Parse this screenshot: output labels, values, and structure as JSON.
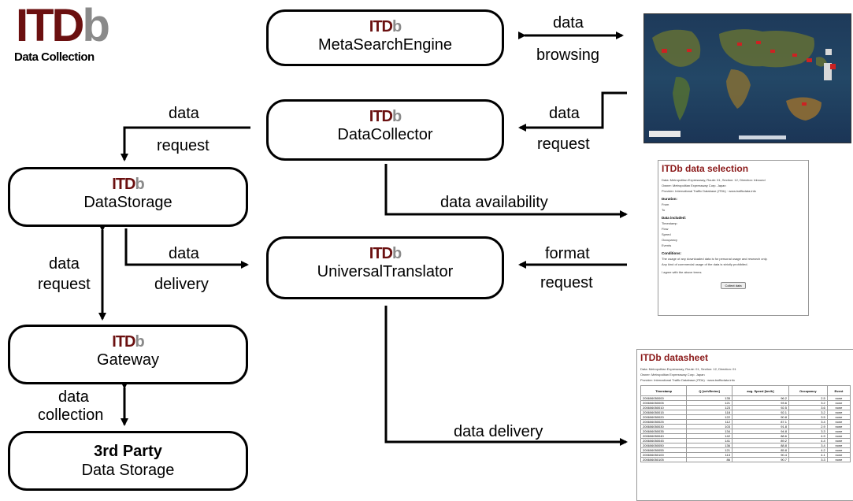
{
  "logo": {
    "it": "ITD",
    "b": "b",
    "subtitle": "Data Collection"
  },
  "brand": {
    "it": "ITD",
    "b": "b"
  },
  "boxes": {
    "metasearch": "MetaSearchEngine",
    "collector": "DataCollector",
    "storage": "DataStorage",
    "translator": "UniversalTranslator",
    "gateway": "Gateway",
    "thirdparty_1": "3rd Party",
    "thirdparty_2": "Data Storage"
  },
  "labels": {
    "data_browsing_1": "data",
    "data_browsing_2": "browsing",
    "data_request_top_1": "data",
    "data_request_top_2": "request",
    "collector_request_1": "data",
    "collector_request_2": "request",
    "data_availability": "data availability",
    "storage_delivery_1": "data",
    "storage_delivery_2": "delivery",
    "format_request_1": "format",
    "format_request_2": "request",
    "storage_gateway_1": "data",
    "storage_gateway_2": "request",
    "gateway_collection_1": "data",
    "gateway_collection_2": "collection",
    "data_delivery": "data delivery"
  },
  "colors": {
    "brand_red": "#6b1010",
    "brand_grey": "#8a8a8a",
    "panel_title": "#8b1a1a"
  },
  "selection_panel": {
    "title": "ITDb data selection",
    "lines": [
      "Data: Metropolitan Expressway, Route: 01, Section: 12, Direction: Inbound",
      "Owner: Metropolitan Expressway Corp. Japan",
      "Provider: International Traffic Database (ITDb) · www.trafficdata.info"
    ],
    "duration_head": "Duration:",
    "from": "From",
    "to": "To",
    "included_head": "Data included:",
    "included": [
      "Timestamp",
      "Flow",
      "Speed",
      "Occupancy",
      "Events"
    ],
    "conditions_head": "Conditions:",
    "conditions": [
      "The usage of any downloaded data is for personal usage and research only.",
      "Any kind of commercial usage of the data is strictly prohibited."
    ],
    "agree": "I agree with the above terms",
    "button": "Collect data"
  },
  "datasheet_panel": {
    "title": "ITDb datasheet",
    "lines": [
      "Data: Metropolitan Expressway, Route: 01, Section: 12, Direction: 01",
      "Owner: Metropolitan Expressway Corp. Japan",
      "Provider: International Traffic Database (ITDb) · www.trafficdata.info"
    ],
    "columns": [
      "Timestamp",
      "Q [veh/5mins]",
      "avg. Speed [km/h]",
      "Occupancy",
      "Event"
    ],
    "rows": [
      [
        "200606050000",
        "135",
        "96.2",
        "2.5",
        "none"
      ],
      [
        "200606050005",
        "121",
        "93.6",
        "3.2",
        "none"
      ],
      [
        "200606050010",
        "123",
        "92.5",
        "3.6",
        "none"
      ],
      [
        "200606050015",
        "118",
        "92.1",
        "3.2",
        "none"
      ],
      [
        "200606050020",
        "122",
        "90.8",
        "3.5",
        "none"
      ],
      [
        "200606050025",
        "112",
        "87.1",
        "3.4",
        "none"
      ],
      [
        "200606050030",
        "103",
        "91.8",
        "2.9",
        "none"
      ],
      [
        "200606050035",
        "134",
        "94.8",
        "3.3",
        "none"
      ],
      [
        "200606050040",
        "142",
        "88.6",
        "4.9",
        "none"
      ],
      [
        "200606050045",
        "141",
        "89.2",
        "4.4",
        "none"
      ],
      [
        "200606050050",
        "136",
        "88.8",
        "3.4",
        "none"
      ],
      [
        "200606050055",
        "121",
        "85.8",
        "4.2",
        "none"
      ],
      [
        "200606050100",
        "113",
        "90.4",
        "4.1",
        "none"
      ],
      [
        "200606050105",
        "86",
        "90.7",
        "3.3",
        "none"
      ]
    ]
  }
}
